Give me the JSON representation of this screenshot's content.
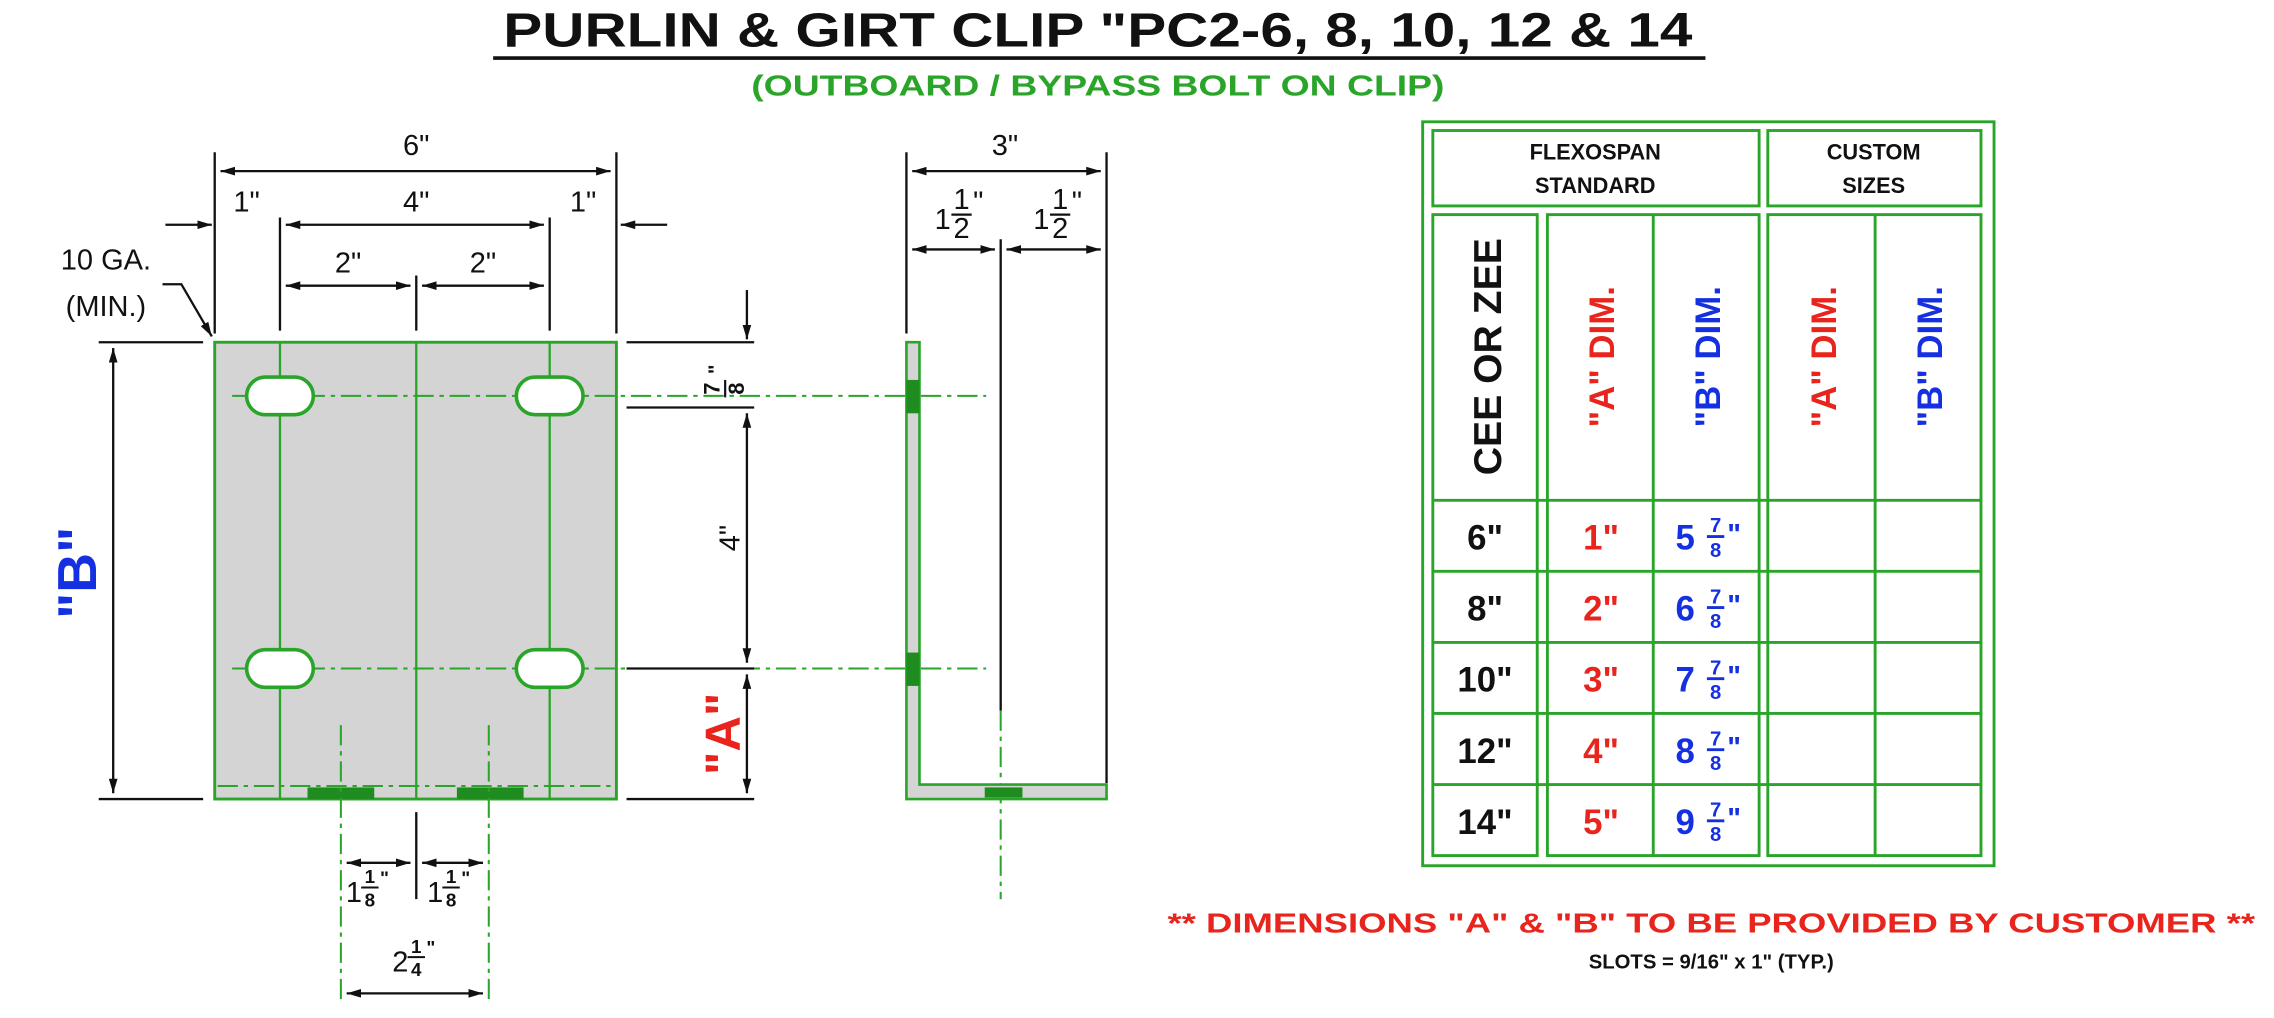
{
  "title": "PURLIN & GIRT CLIP \"PC2-6, 8, 10, 12 & 14",
  "subtitle": "(OUTBOARD / BYPASS BOLT ON CLIP)",
  "colors": {
    "green": "#2aa52a",
    "red": "#e8241c",
    "blue": "#1530e0",
    "plate": "#d4d4d4"
  },
  "front_view": {
    "overall_width": "6\"",
    "edge_left": "1\"",
    "hole_spacing": "4\"",
    "edge_right": "1\"",
    "half_left": "2\"",
    "half_right": "2\"",
    "gauge_line1": "10 GA.",
    "gauge_line2": "(MIN.)",
    "b_label": "\"B\"",
    "a_label": "\"A\"",
    "vertical_spacing": "4\"",
    "top_edge": {
      "num": "7",
      "den": "8",
      "suffix": "\""
    },
    "bottom_left": {
      "whole": "1",
      "num": "1",
      "den": "8",
      "suffix": "\""
    },
    "bottom_right": {
      "whole": "1",
      "num": "1",
      "den": "8",
      "suffix": "\""
    },
    "bottom_total": {
      "whole": "2",
      "num": "1",
      "den": "4",
      "suffix": "\""
    }
  },
  "side_view": {
    "overall": "3\"",
    "left": {
      "whole": "1",
      "num": "1",
      "den": "2",
      "suffix": "\""
    },
    "right": {
      "whole": "1",
      "num": "1",
      "den": "2",
      "suffix": "\""
    }
  },
  "table": {
    "group_headers": [
      {
        "line1": "FLEXOSPAN",
        "line2": "STANDARD"
      },
      {
        "line1": "CUSTOM",
        "line2": "SIZES"
      }
    ],
    "column_headers": {
      "size": "CEE OR ZEE",
      "std_a": "\"A\" DIM.",
      "std_b": "\"B\" DIM.",
      "custom_a": "\"A\" DIM.",
      "custom_b": "\"B\" DIM."
    },
    "rows": [
      {
        "size": "6\"",
        "a": "1\"",
        "b_whole": "5",
        "b_num": "7",
        "b_den": "8",
        "b_suffix": "\"",
        "custom_a": "",
        "custom_b": ""
      },
      {
        "size": "8\"",
        "a": "2\"",
        "b_whole": "6",
        "b_num": "7",
        "b_den": "8",
        "b_suffix": "\"",
        "custom_a": "",
        "custom_b": ""
      },
      {
        "size": "10\"",
        "a": "3\"",
        "b_whole": "7",
        "b_num": "7",
        "b_den": "8",
        "b_suffix": "\"",
        "custom_a": "",
        "custom_b": ""
      },
      {
        "size": "12\"",
        "a": "4\"",
        "b_whole": "8",
        "b_num": "7",
        "b_den": "8",
        "b_suffix": "\"",
        "custom_a": "",
        "custom_b": ""
      },
      {
        "size": "14\"",
        "a": "5\"",
        "b_whole": "9",
        "b_num": "7",
        "b_den": "8",
        "b_suffix": "\"",
        "custom_a": "",
        "custom_b": ""
      }
    ]
  },
  "notes": {
    "customer_note": "** DIMENSIONS \"A\" & \"B\" TO BE PROVIDED BY CUSTOMER **",
    "slots_note": "SLOTS = 9/16\" x 1\" (TYP.)"
  }
}
